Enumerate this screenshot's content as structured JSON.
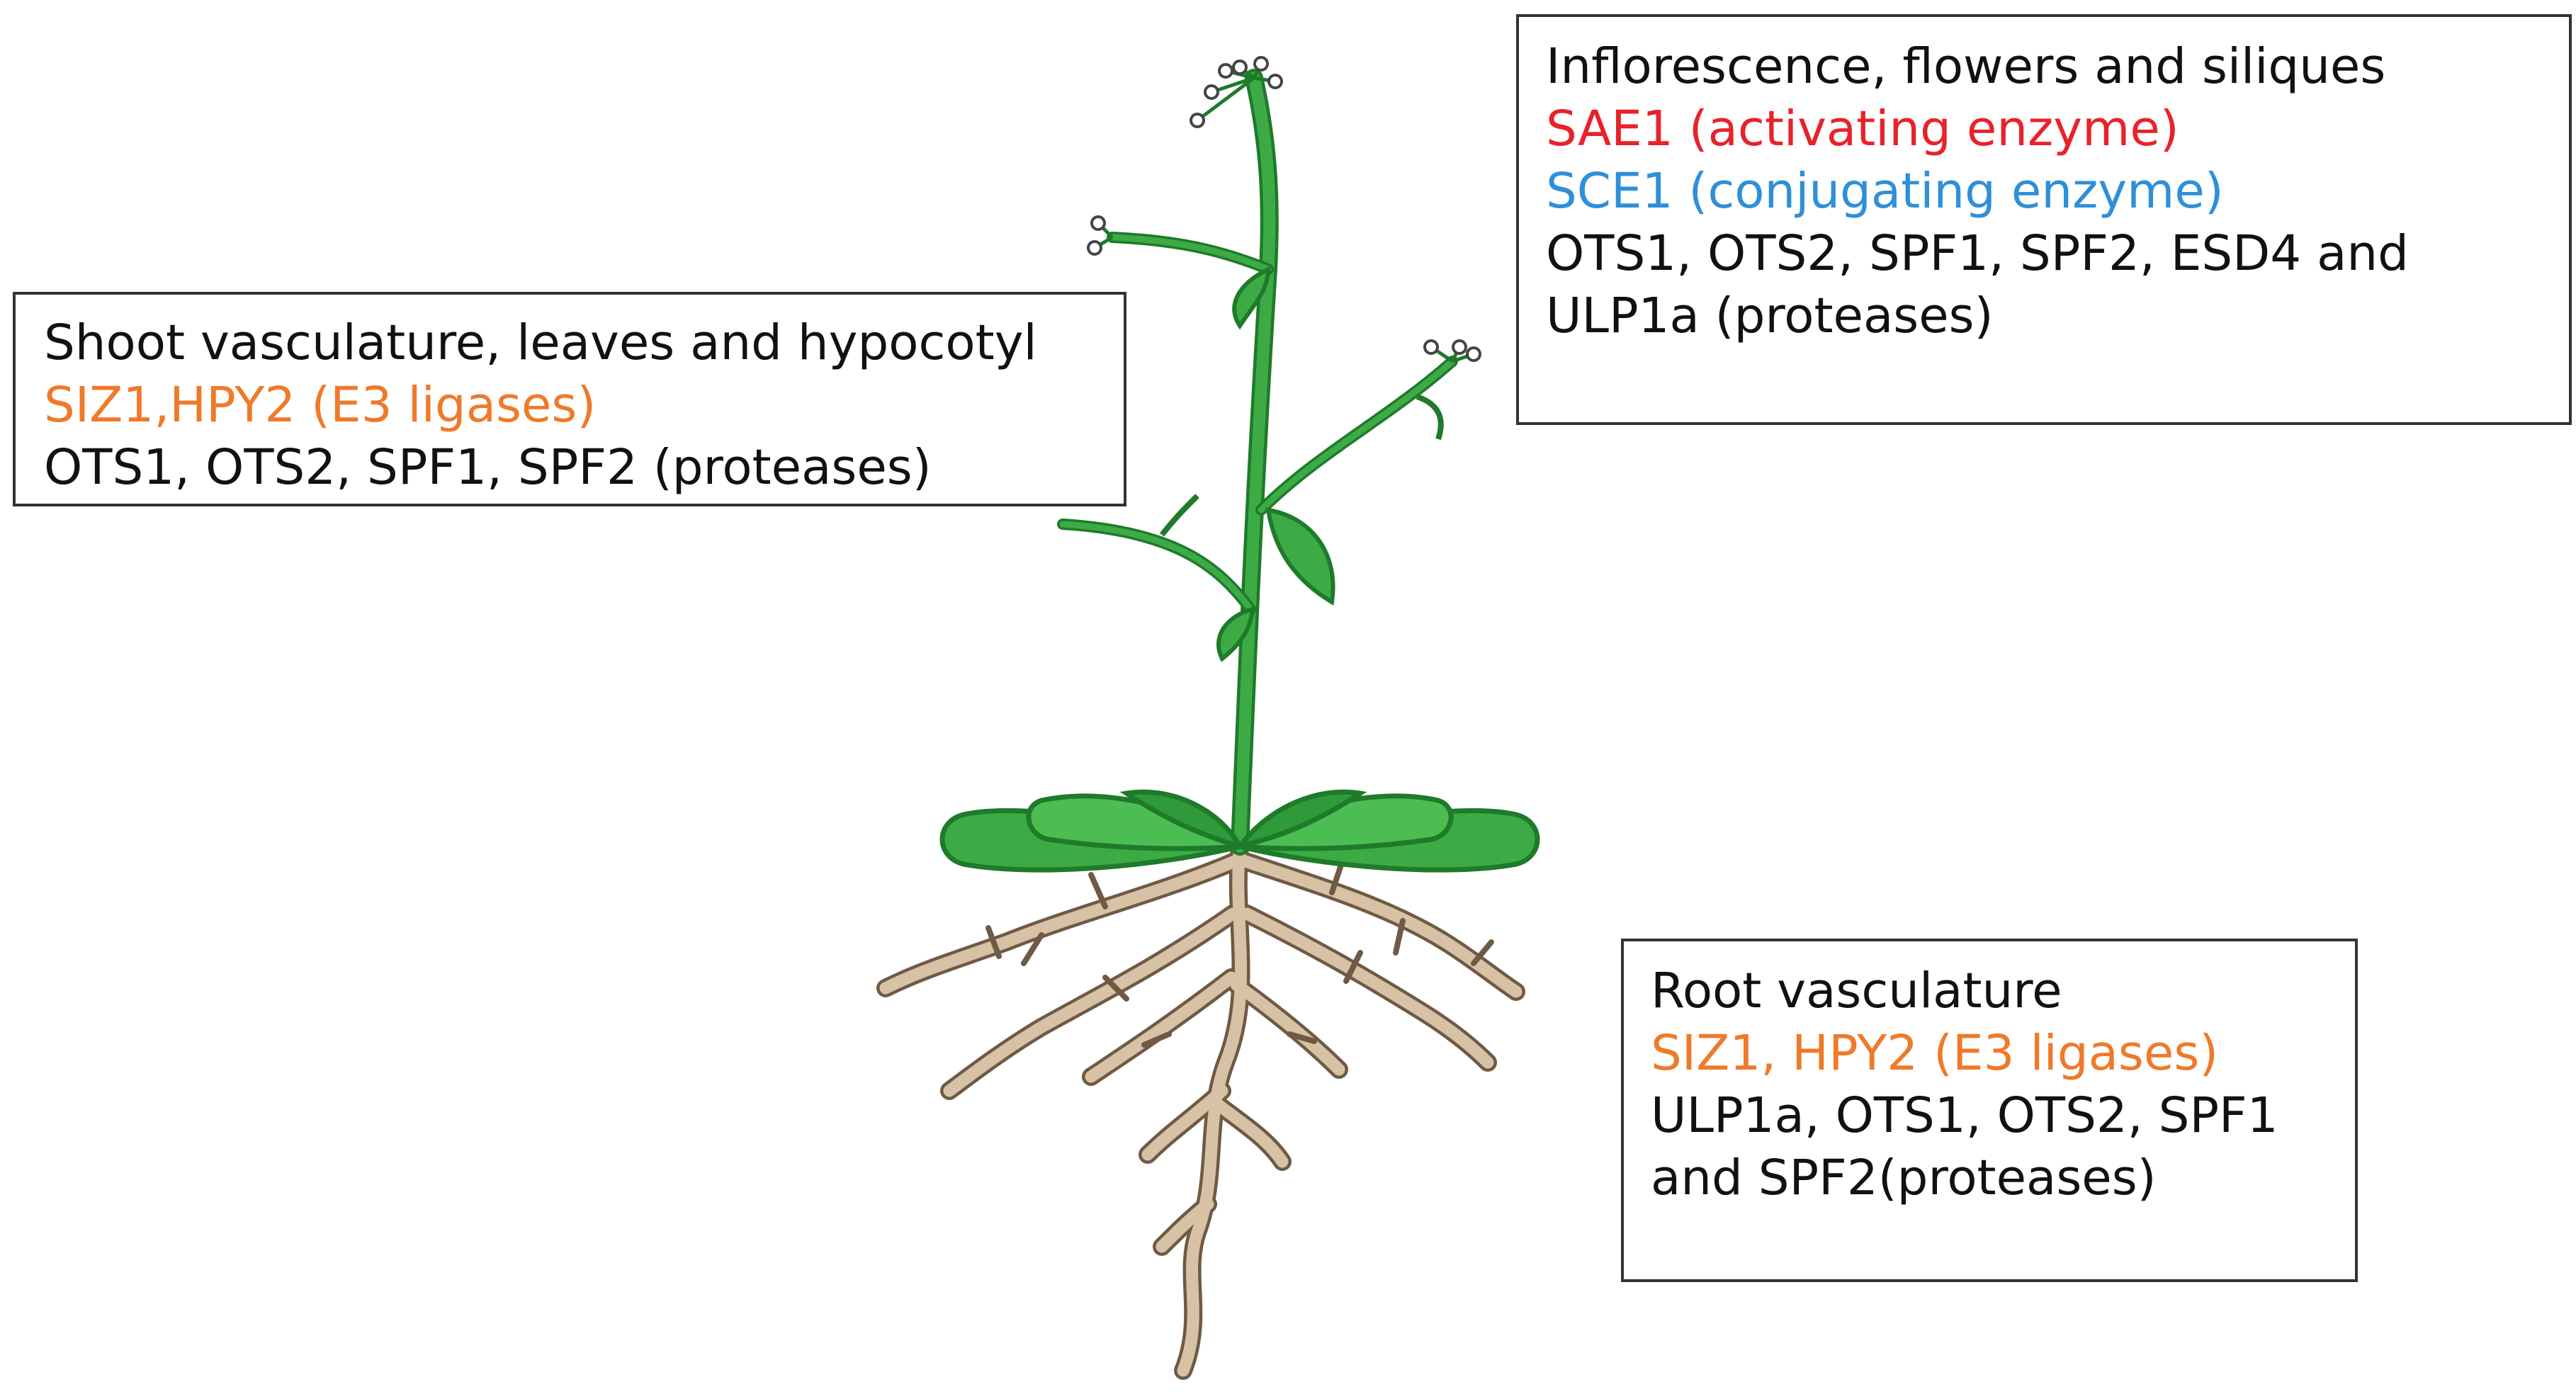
{
  "colors": {
    "orange": "#ef7a2a",
    "red": "#e8222a",
    "blue": "#2f8fd8",
    "text": "#111111",
    "stem": "#2f9a3a",
    "leaf": "#3cab45",
    "leaf_dark": "#1f7a2a",
    "root": "#d8c2a6",
    "root_edge": "#6e5a45"
  },
  "shoot_box": {
    "title": "Shoot vasculature, leaves and hypocotyl",
    "e3": "SIZ1,HPY2 (E3 ligases)",
    "proteases": "OTS1, OTS2, SPF1, SPF2 (proteases)"
  },
  "inflorescence_box": {
    "title": "Inflorescence, flowers and siliques",
    "activating": "SAE1 (activating enzyme)",
    "conjugating": "SCE1 (conjugating enzyme)",
    "proteases_line1": "OTS1, OTS2, SPF1, SPF2, ESD4 and",
    "proteases_line2": "ULP1a (proteases)"
  },
  "root_box": {
    "title": "Root vasculature",
    "e3": "SIZ1, HPY2 (E3 ligases)",
    "proteases_line1": "ULP1a, OTS1, OTS2, SPF1",
    "proteases_line2": "and SPF2(proteases)"
  }
}
